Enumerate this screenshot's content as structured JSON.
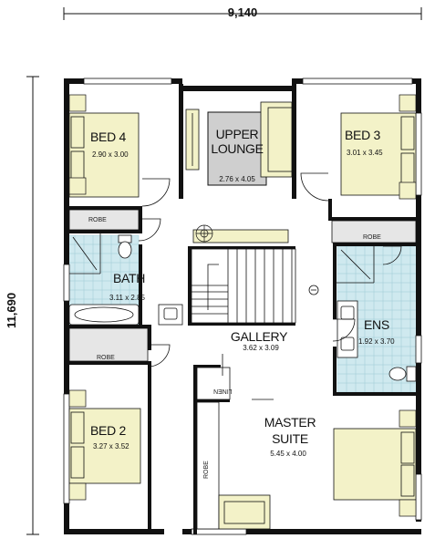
{
  "dimensions": {
    "width": "9,140",
    "depth": "11,690"
  },
  "rooms": {
    "bed4": {
      "name": "BED 4",
      "size": "2.90 x 3.00"
    },
    "upper_lounge": {
      "name_line1": "UPPER",
      "name_line2": "LOUNGE",
      "size": "2.76 x 4.05"
    },
    "bed3": {
      "name": "BED 3",
      "size": "3.01 x 3.45"
    },
    "bath": {
      "name": "BATH",
      "size": "3.11 x 2.85"
    },
    "ens": {
      "name": "ENS",
      "size": "1.92 x 3.70"
    },
    "gallery": {
      "name": "GALLERY",
      "size": "3.62 x 3.09"
    },
    "bed2": {
      "name": "BED 2",
      "size": "3.27 x 3.52"
    },
    "master_suite": {
      "name_line1": "MASTER",
      "name_line2": "SUITE",
      "size": "5.45 x 4.00"
    }
  },
  "robe_labels": {
    "bed4": "ROBE",
    "bed3": "ROBE",
    "bed2": "ROBE",
    "master": "ROBE"
  },
  "linen_label": "LINEN",
  "colors": {
    "wall": "#111111",
    "bed": "#f3f2c8",
    "tile": "#cfe9ef",
    "tile_grid": "#9cc9d3",
    "furniture": "#f3f2c8",
    "lounge": "#cfcfcf"
  }
}
